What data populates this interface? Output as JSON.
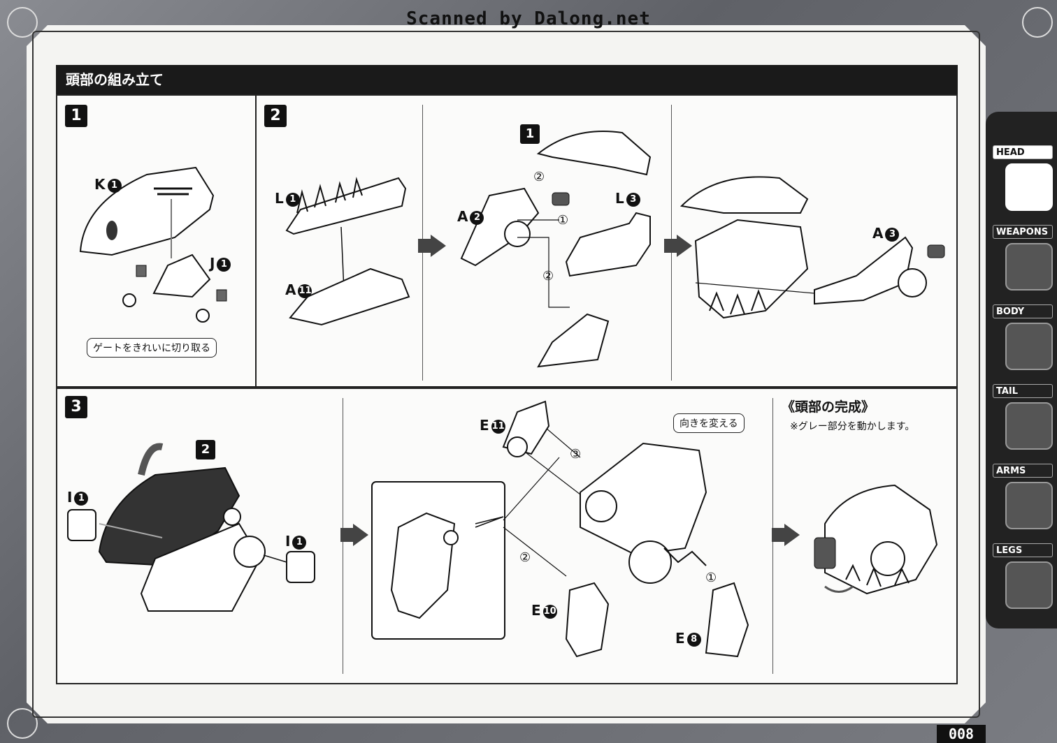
{
  "header": {
    "scan_credit": "Scanned by Dalong.net",
    "section_title": "頭部の組み立て"
  },
  "steps": {
    "s1": "1",
    "s2": "2",
    "s3": "3",
    "ref1": "1",
    "ref2": "2"
  },
  "parts": {
    "k1": "K",
    "k1n": "1",
    "j1": "J",
    "j1n": "1",
    "l1": "L",
    "l1n": "1",
    "a11": "A",
    "a11n": "11",
    "a2": "A",
    "a2n": "2",
    "l3": "L",
    "l3n": "3",
    "a3": "A",
    "a3n": "3",
    "i1a": "I",
    "i1an": "1",
    "i1b": "I",
    "i1bn": "1",
    "e11": "E",
    "e11n": "11",
    "e10": "E",
    "e10n": "10",
    "e8": "E",
    "e8n": "8"
  },
  "callouts": {
    "gate": "ゲートをきれいに切り取る",
    "rotate": "向きを変える"
  },
  "order_marks": {
    "m1": "①",
    "m2": "②",
    "m2b": "②",
    "m3": "③",
    "m1b": "①",
    "m2c": "②"
  },
  "completion": {
    "title": "《頭部の完成》",
    "note": "※グレー部分を動かします。"
  },
  "tabs": [
    {
      "label": "HEAD",
      "icon": "head-icon"
    },
    {
      "label": "WEAPONS",
      "icon": "weapons-icon"
    },
    {
      "label": "BODY",
      "icon": "body-icon"
    },
    {
      "label": "TAIL",
      "icon": "tail-icon"
    },
    {
      "label": "ARMS",
      "icon": "arms-icon"
    },
    {
      "label": "LEGS",
      "icon": "legs-icon"
    }
  ],
  "page_number": "008"
}
